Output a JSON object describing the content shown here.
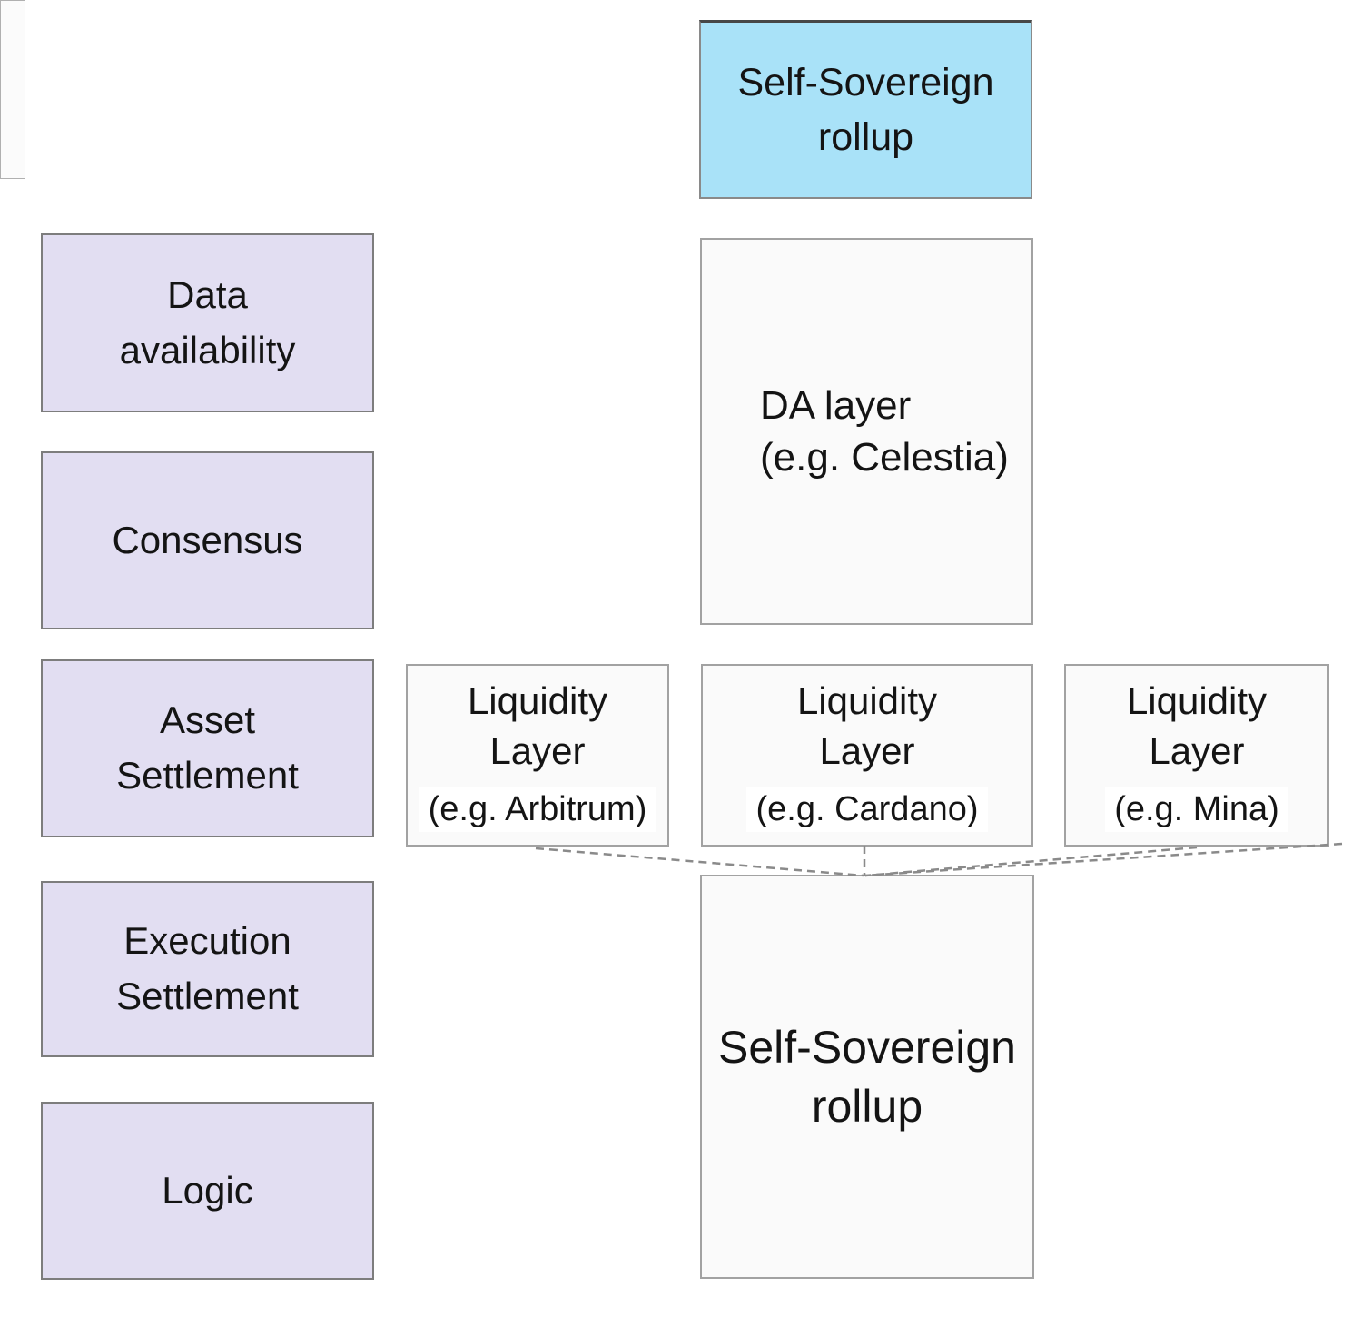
{
  "diagram": {
    "title_meaning": "Self-Sovereign rollup architecture layers",
    "row_labels": [
      {
        "label": "Data\navailability"
      },
      {
        "label": "Consensus"
      },
      {
        "label": "Asset\nSettlement"
      },
      {
        "label": "Execution\nSettlement"
      },
      {
        "label": "Logic"
      }
    ],
    "top_box": {
      "label": "Self-Sovereign\nrollup"
    },
    "da_layer": {
      "label": "DA layer\n(e.g. Celestia)"
    },
    "liquidity_layers": [
      {
        "title": "Liquidity\nLayer",
        "example": "(e.g. Arbitrum)"
      },
      {
        "title": "Liquidity\nLayer",
        "example": "(e.g. Cardano)"
      },
      {
        "title": "Liquidity\nLayer",
        "example": "(e.g. Mina)"
      }
    ],
    "bottom_box": {
      "label": "Self-Sovereign\nrollup"
    },
    "colors": {
      "lavender_fill": "#e2def2",
      "cyan_fill": "#a9e2f8",
      "white_fill": "#fafafa",
      "box_border": "#7d7d7d",
      "light_border": "#a2a2a2",
      "connector": "#8a8a8a",
      "text": "#141414"
    }
  }
}
